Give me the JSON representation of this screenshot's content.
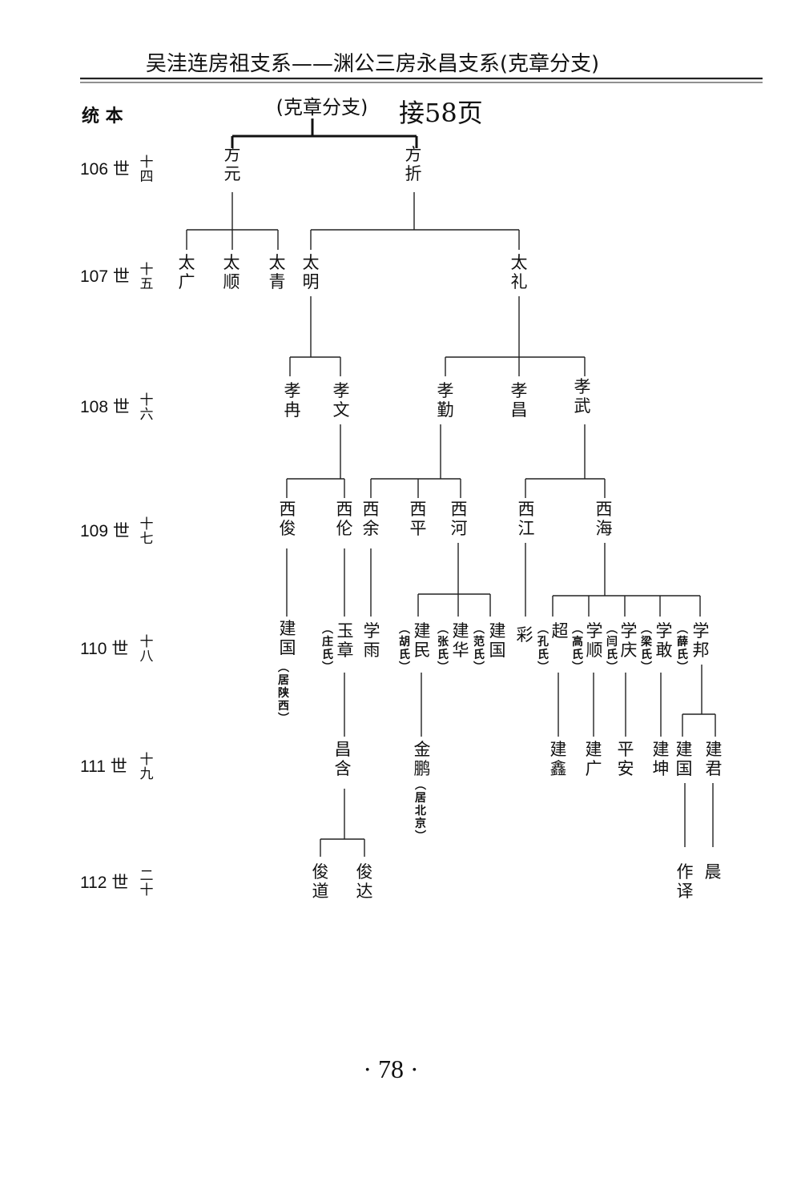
{
  "header": {
    "title": "吴洼连房祖支系——渊公三房永昌支系(克章分支)",
    "left_label": "统 本",
    "branch_label": "(克章分支)",
    "continue_note": "接58页"
  },
  "generations": [
    {
      "gen": "106 世",
      "cn": "十四"
    },
    {
      "gen": "107 世",
      "cn": "十五"
    },
    {
      "gen": "108 世",
      "cn": "十六"
    },
    {
      "gen": "109 世",
      "cn": "十七"
    },
    {
      "gen": "110 世",
      "cn": "十八"
    },
    {
      "gen": "111 世",
      "cn": "十九"
    },
    {
      "gen": "112 世",
      "cn": "二十"
    }
  ],
  "people": {
    "fangyuan": "方元",
    "fangzhe": "方折",
    "taiguang": "太广",
    "taishun": "太顺",
    "taiqing": "太青",
    "taiming": "太明",
    "taili": "太礼",
    "xiaoran": "孝冉",
    "xiaowen": "孝文",
    "xiaoqin": "孝勤",
    "xiaochang": "孝昌",
    "xiaowu": "孝武",
    "xijun": "西俊",
    "xilun": "西伦",
    "xiyu": "西余",
    "xiping": "西平",
    "xihe": "西河",
    "xijiang": "西江",
    "xihai": "西海",
    "jianguo1": "建国",
    "yuzhang": "玉章",
    "xueyu": "学雨",
    "jianmin": "建民",
    "jianhua": "建华",
    "jianguo2": "建国",
    "cai": "彩",
    "chao": "超",
    "xueshun": "学顺",
    "xueqing": "学庆",
    "xuegan": "学敢",
    "xuebang": "学邦",
    "changhan": "昌含",
    "jinpeng": "金鹏",
    "jianxin": "建鑫",
    "jianguang": "建广",
    "pingan": "平安",
    "jiankun": "建坤",
    "jianguo3": "建国",
    "jianjun": "建君",
    "jundao": "俊道",
    "junda": "俊达",
    "zuoze": "作译",
    "chen": "晨"
  },
  "notes": {
    "ju_shaanxi": "(居陕西)",
    "zhuang": "(庄氏)",
    "hu": "(胡氏)",
    "zhang": "(张氏)",
    "fan": "(范氏)",
    "kong": "(孔氏)",
    "gao": "(高氏)",
    "yan": "(闫氏)",
    "liang": "(梁氏)",
    "xue": "(薛氏)",
    "ju_beijing": "(居北京)"
  },
  "footer": {
    "page_number": "· 78 ·"
  }
}
